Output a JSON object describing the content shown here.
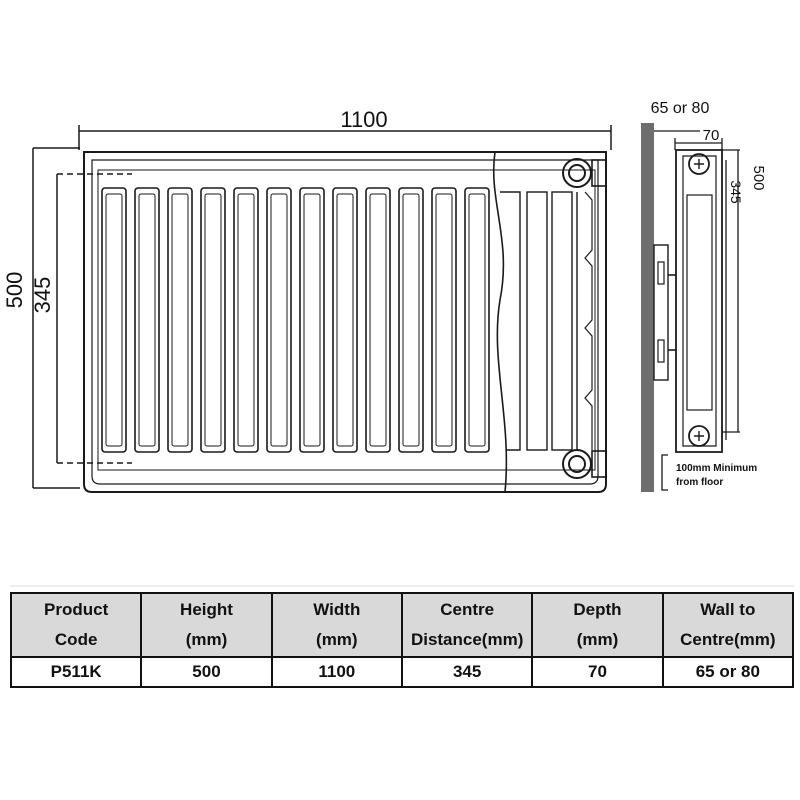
{
  "diagram": {
    "front_view": {
      "width_label": "1100",
      "height_label": "500",
      "centre_label": "345"
    },
    "side_view": {
      "wall_label": "65 or 80",
      "depth_label": "70",
      "height_label": "500",
      "centre_label": "345",
      "floor_note_line1": "100mm Minimum",
      "floor_note_line2": "from floor"
    }
  },
  "table": {
    "headers": [
      {
        "line1": "Product",
        "line2": "Code"
      },
      {
        "line1": "Height",
        "line2": "(mm)"
      },
      {
        "line1": "Width",
        "line2": "(mm)"
      },
      {
        "line1": "Centre",
        "line2": "Distance(mm)"
      },
      {
        "line1": "Depth",
        "line2": "(mm)"
      },
      {
        "line1": "Wall to",
        "line2": "Centre(mm)"
      }
    ],
    "rows": [
      [
        "P511K",
        "500",
        "1100",
        "345",
        "70",
        "65 or 80"
      ]
    ]
  },
  "colors": {
    "line": "#1a1a1a",
    "wall": "#6e6e6e",
    "header_bg": "#d9d9d9"
  }
}
